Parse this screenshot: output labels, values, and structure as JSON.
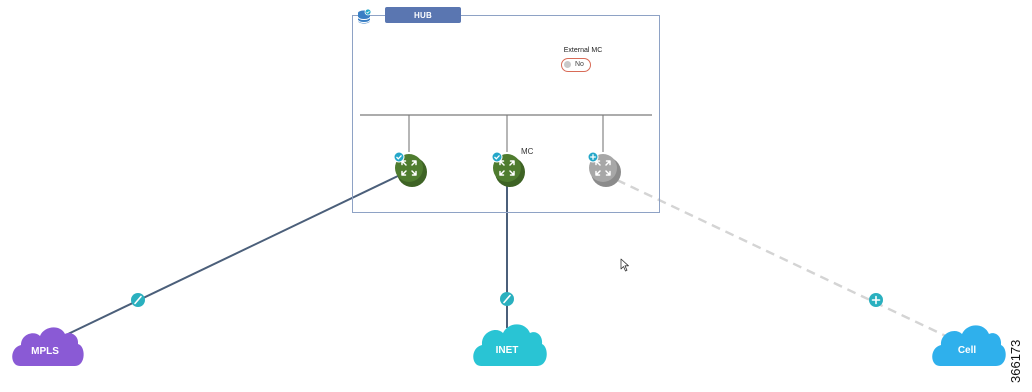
{
  "hub": {
    "title": "HUB",
    "external_mc_label": "External MC",
    "external_mc_value": "No",
    "mc_label": "MC",
    "routers": [
      {
        "name": "router-mpls",
        "state": "selected",
        "color": "#4f7c2f"
      },
      {
        "name": "router-inet",
        "state": "selected",
        "color": "#4f7c2f"
      },
      {
        "name": "router-cell",
        "state": "unconfigured",
        "color": "#a7a7a7"
      }
    ]
  },
  "clouds": {
    "mpls": {
      "label": "MPLS",
      "color": "#8a5ad5"
    },
    "inet": {
      "label": "INET",
      "color": "#29c4d4"
    },
    "cell": {
      "label": "Cell",
      "color": "#2fb0ec"
    }
  },
  "links": {
    "mpls_action_icon": "edit-icon",
    "inet_action_icon": "edit-icon",
    "cell_action_icon": "add-icon"
  },
  "colors": {
    "hub_border": "#8ea2c5",
    "hub_tab": "#5a76b1",
    "link_solid": "#4b5f7a",
    "link_dashed": "#d4d4d4",
    "action_badge": "#2ab0bf"
  },
  "figure_id": "366173"
}
